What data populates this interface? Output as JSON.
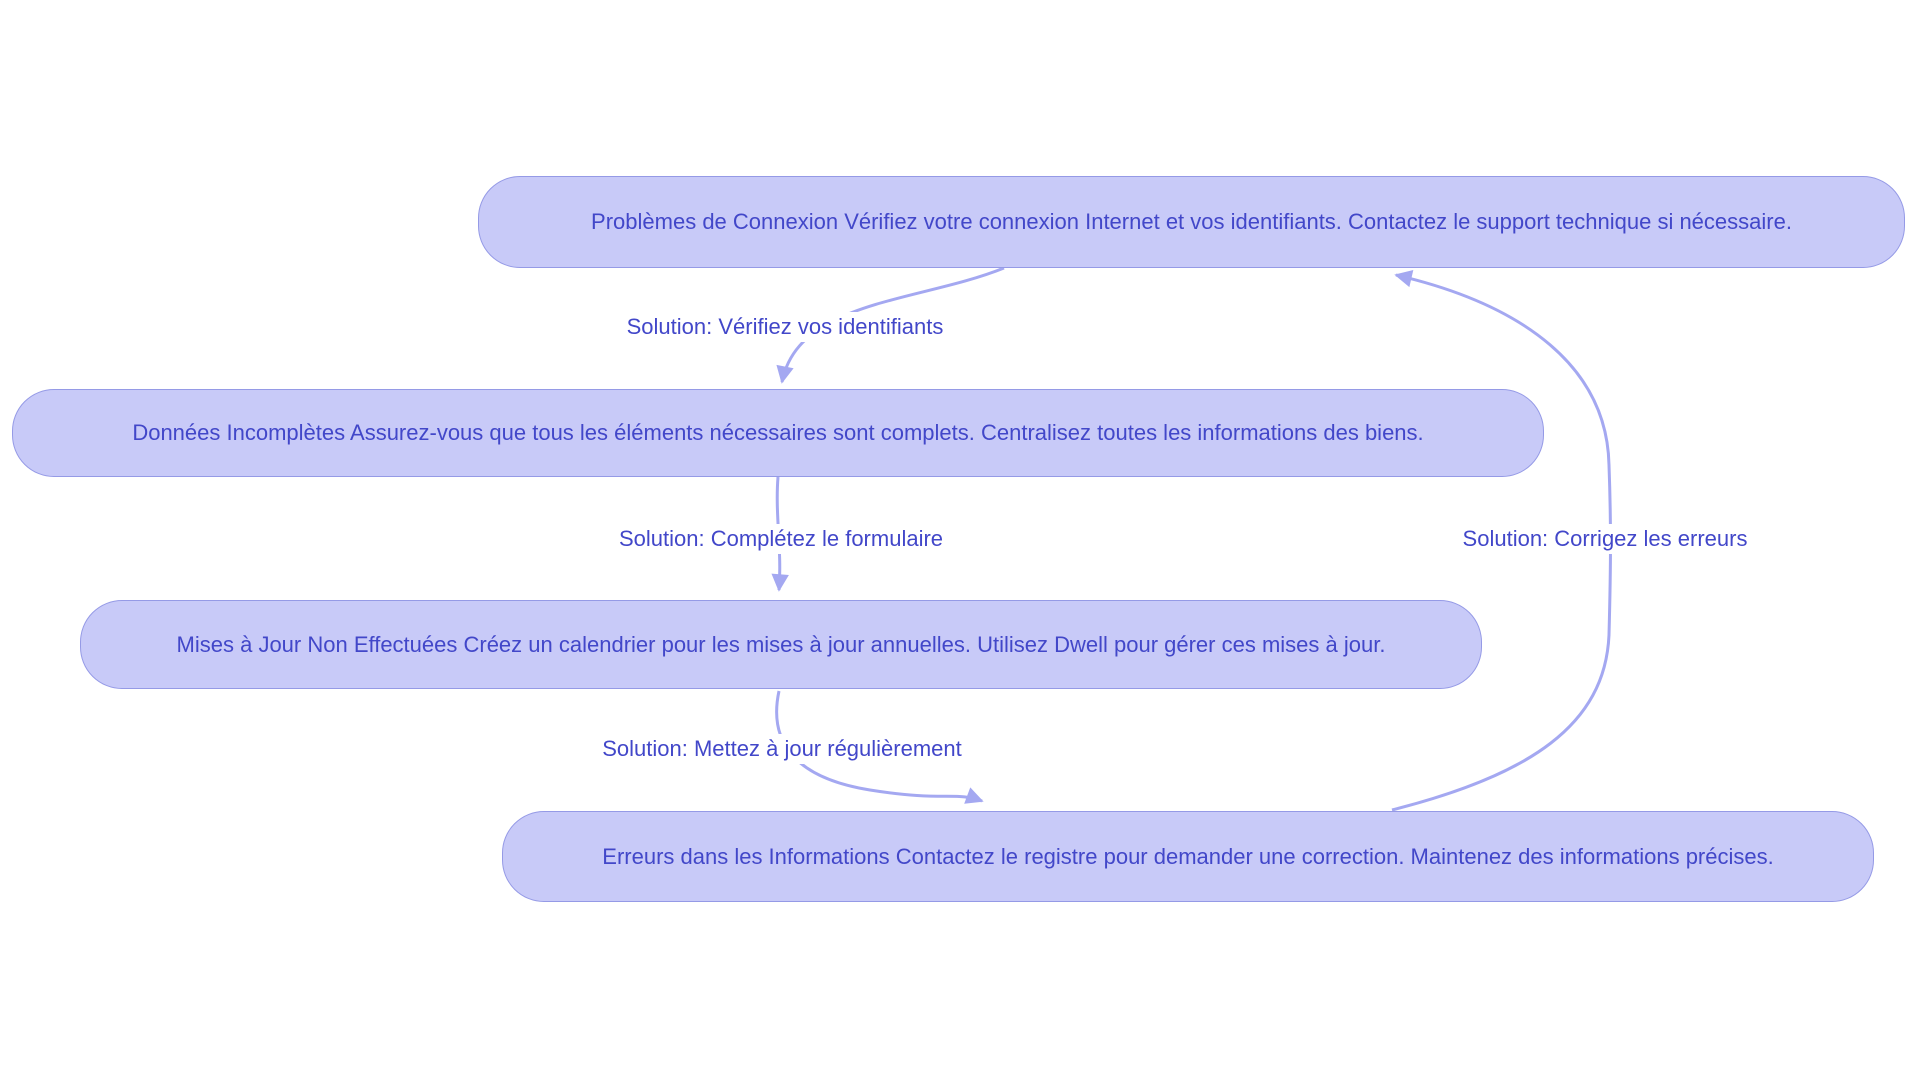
{
  "diagram": {
    "type": "flowchart-cycle",
    "nodes": [
      {
        "id": "problemes-connexion",
        "label": "Problèmes de Connexion Vérifiez votre connexion Internet et vos identifiants. Contactez le support technique si nécessaire."
      },
      {
        "id": "donnees-incompletes",
        "label": "Données Incomplètes Assurez-vous que tous les éléments nécessaires sont complets. Centralisez toutes les informations des biens."
      },
      {
        "id": "mises-a-jour-non-effectuees",
        "label": "Mises à Jour Non Effectuées Créez un calendrier pour les mises à jour annuelles. Utilisez Dwell pour gérer ces mises à jour."
      },
      {
        "id": "erreurs-informations",
        "label": "Erreurs dans les Informations Contactez le registre pour demander une correction. Maintenez des informations précises."
      }
    ],
    "edges": [
      {
        "from": "problemes-connexion",
        "to": "donnees-incompletes",
        "label": "Solution: Vérifiez vos identifiants"
      },
      {
        "from": "donnees-incompletes",
        "to": "mises-a-jour-non-effectuees",
        "label": "Solution: Complétez le formulaire"
      },
      {
        "from": "mises-a-jour-non-effectuees",
        "to": "erreurs-informations",
        "label": "Solution: Mettez à jour régulièrement"
      },
      {
        "from": "erreurs-informations",
        "to": "problemes-connexion",
        "label": "Solution: Corrigez les erreurs"
      }
    ],
    "colors": {
      "node_fill": "#c8caf8",
      "node_border": "#959ae6",
      "node_text": "#4247c9",
      "edge": "#a4a8f1",
      "background": "#ffffff"
    }
  }
}
